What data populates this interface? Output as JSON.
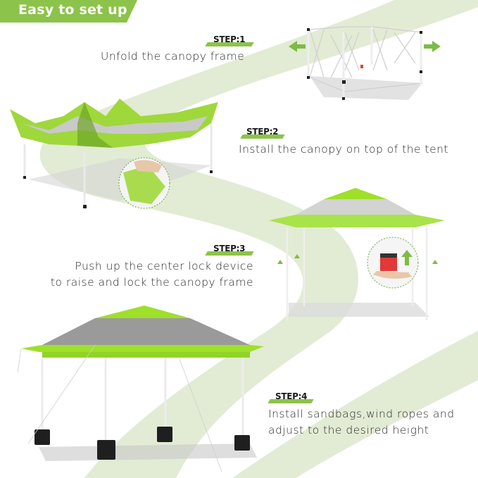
{
  "banner": {
    "title": "Easy to set up",
    "color": "#8cc34a"
  },
  "colors": {
    "accent_green": "#8cc34a",
    "path_green": "#dfe9cf",
    "canopy_green": "#9ee02a",
    "canopy_gray": "#9a9a9a",
    "text": "#2b2b2b"
  },
  "steps": [
    {
      "label": "STEP:1",
      "lines": [
        "Unfold the canopy frame"
      ],
      "image": "expanding-frame-with-arrows"
    },
    {
      "label": "STEP:2",
      "lines": [
        "Install the canopy on top of the tent"
      ],
      "image": "canopy-draped-on-frame-with-detail-inset"
    },
    {
      "label": "STEP:3",
      "lines": [
        "Push up the center lock device",
        "to raise and lock the canopy frame"
      ],
      "image": "raised-canopy-with-center-lock-inset"
    },
    {
      "label": "STEP:4",
      "lines": [
        "Install sandbags,wind ropes and",
        "adjust to the desired height"
      ],
      "image": "finished-canopy-with-sandbags"
    }
  ]
}
